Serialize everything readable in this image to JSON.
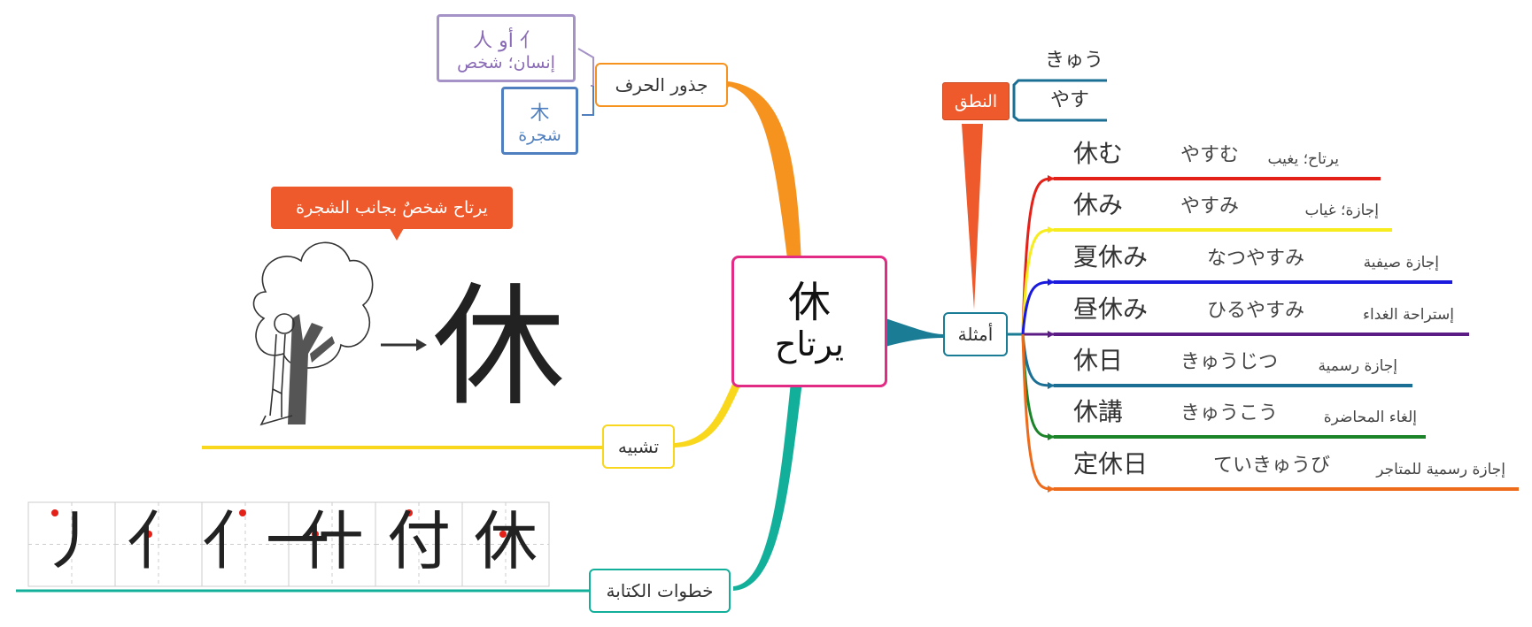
{
  "center": {
    "kanji": "休",
    "meaning": "يرتاح"
  },
  "roots": {
    "label": "جذور الحرف",
    "items": [
      {
        "chars": "人 أو 亻",
        "meaning": "إنسان؛ شخص",
        "color": "#a592c6"
      },
      {
        "chars": "木",
        "meaning": "شجرة",
        "color": "#4f7fbf"
      }
    ]
  },
  "analogy": {
    "label": "تشبيه",
    "callout": "يرتاح شخصٌ بجانب الشجرة",
    "glyph": "休"
  },
  "writing": {
    "label": "خطوات الكتابة",
    "steps": [
      "丿",
      "亻",
      "亻一",
      "什",
      "付",
      "休"
    ]
  },
  "reading": {
    "label": "النطق",
    "readings": [
      "きゅう",
      "やす"
    ]
  },
  "examples": {
    "label": "أمثلة",
    "items": [
      {
        "word": "休む",
        "kana": "やすむ",
        "meaning": "يرتاح؛ يغيب",
        "color": "#e32119"
      },
      {
        "word": "休み",
        "kana": "やすみ",
        "meaning": "إجازة؛ غياب",
        "color": "#f7ec1e"
      },
      {
        "word": "夏休み",
        "kana": "なつやすみ",
        "meaning": "إجازة صيفية",
        "color": "#1a1adf"
      },
      {
        "word": "昼休み",
        "kana": "ひるやすみ",
        "meaning": "إستراحة الغداء",
        "color": "#5c1c85"
      },
      {
        "word": "休日",
        "kana": "きゅうじつ",
        "meaning": "إجازة رسمية",
        "color": "#1b6f94"
      },
      {
        "word": "休講",
        "kana": "きゅうこう",
        "meaning": "إلغاء المحاضرة",
        "color": "#1c8428"
      },
      {
        "word": "定休日",
        "kana": "ていきゅうび",
        "meaning": "إجازة رسمية للمتاجر",
        "color": "#ee6b1c"
      }
    ]
  },
  "colors": {
    "center_border": "#e22b84",
    "roots_branch": "#f6921e",
    "analogy_branch": "#f9d71c",
    "writing_branch": "#12b09a",
    "examples_branch": "#1a7d95",
    "callout": "#ee5a2c"
  }
}
